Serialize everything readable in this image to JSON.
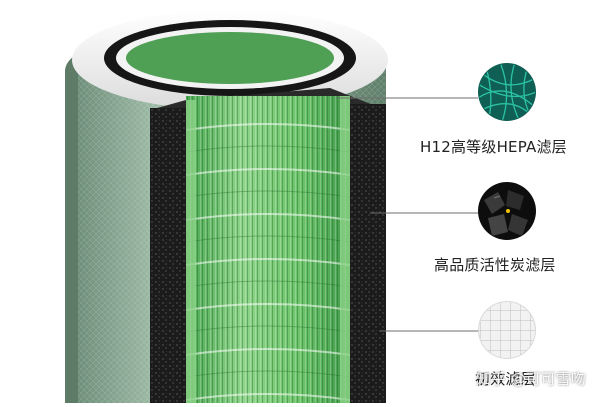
{
  "layers": [
    {
      "label": "H12高等级HEPA滤层",
      "icon": "hepa-mesh-icon",
      "color": "#1f9a86"
    },
    {
      "label": "高品质活性炭滤层",
      "icon": "carbon-granule-icon",
      "color": "#1a1a1a"
    },
    {
      "label": "初效滤层",
      "icon": "primary-mesh-icon",
      "color": "#e9e9e9"
    }
  ],
  "watermark": "知乎 @可可雪吻",
  "colors": {
    "hepa_green": "#68c468",
    "outer_mesh": "#7f9f8a",
    "carbon": "#1b1b1b",
    "end_cap": "#f4f4f4",
    "gasket": "#151515"
  }
}
